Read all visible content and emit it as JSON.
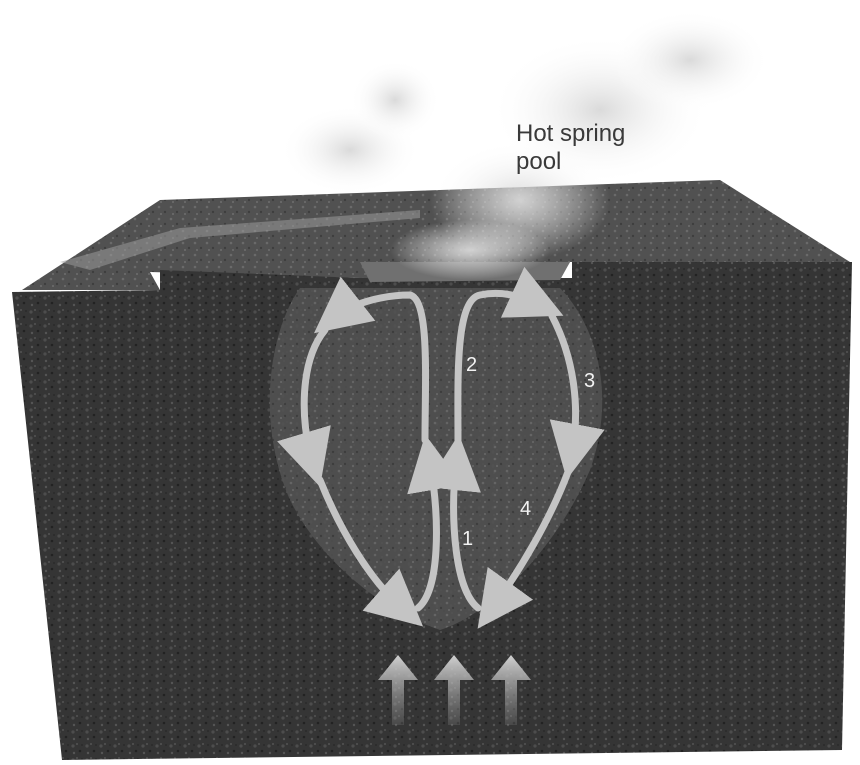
{
  "labels": {
    "pool_line1": "Hot spring",
    "pool_line2": "pool",
    "n1": "1",
    "n2": "2",
    "n3": "3",
    "n4": "4"
  },
  "colors": {
    "rock": "#3b3b3b",
    "rock_dark": "#262626",
    "cavity": "#5a5a5a",
    "surface": "#6e6e6e",
    "arrow": "#c4c4c4",
    "steam": "#e4e4e4"
  },
  "icons": [
    "upward-heat-arrow-icon",
    "circulation-arrow-icon",
    "steam-plume-icon"
  ]
}
